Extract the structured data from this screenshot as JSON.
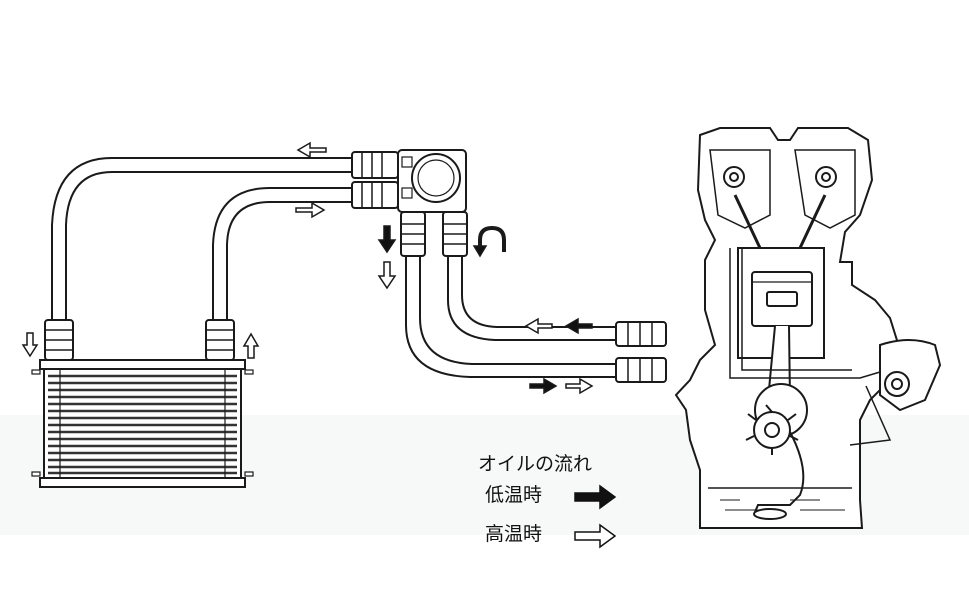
{
  "legend": {
    "title": "オイルの流れ",
    "low_temp_label": "低温時",
    "high_temp_label": "高温時"
  },
  "colors": {
    "line": "#1a1a1a",
    "fill": "#ffffff",
    "arrow_low": "#111111",
    "arrow_high": "#ffffff"
  },
  "components": [
    "oil-cooler",
    "thermostat-block",
    "engine",
    "oil-pump",
    "oil-pan",
    "oil-lines"
  ]
}
